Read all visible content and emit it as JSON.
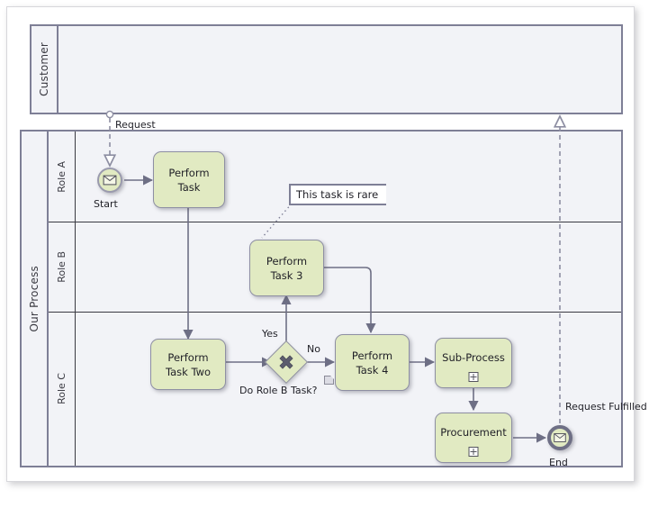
{
  "diagram": {
    "type": "bpmn-collaboration-diagram",
    "colors": {
      "task_fill": "#e1eac2",
      "pool_fill": "#f2f3f7",
      "pool_border": "#7e7f96",
      "lane_border": "#3a3a42",
      "edge_stroke": "#6e6f85",
      "annotation_fill": "#ffffff",
      "page_background": "#ffffff"
    }
  },
  "pools": [
    {
      "id": "customer",
      "label": "Customer",
      "lanes": []
    },
    {
      "id": "our-process",
      "label": "Our Process",
      "lanes": [
        {
          "id": "role-a",
          "label": "Role A"
        },
        {
          "id": "role-b",
          "label": "Role B"
        },
        {
          "id": "role-c",
          "label": "Role C"
        }
      ]
    }
  ],
  "events": [
    {
      "id": "start",
      "label": "Start",
      "kind": "message-start-event",
      "icon": "envelope-icon"
    },
    {
      "id": "end",
      "label": "End",
      "kind": "message-end-event",
      "icon": "envelope-icon"
    }
  ],
  "tasks": [
    {
      "id": "perform-task",
      "lines": [
        "Perform",
        "Task"
      ],
      "marker": "none"
    },
    {
      "id": "perform-task-3",
      "lines": [
        "Perform",
        "Task 3"
      ],
      "marker": "none"
    },
    {
      "id": "perform-task-two",
      "lines": [
        "Perform",
        "Task Two"
      ],
      "marker": "none"
    },
    {
      "id": "perform-task-4",
      "lines": [
        "Perform",
        "Task 4"
      ],
      "marker": "none"
    },
    {
      "id": "sub-process",
      "lines": [
        "Sub-Process"
      ],
      "marker": "collapsed-subprocess-plus"
    },
    {
      "id": "procurement",
      "lines": [
        "Procurement"
      ],
      "marker": "collapsed-subprocess-plus"
    }
  ],
  "gateways": [
    {
      "id": "do-role-b-task",
      "label": "Do Role B Task?",
      "kind": "exclusive-gateway",
      "marker": "x"
    }
  ],
  "flow_labels": {
    "yes": "Yes",
    "no": "No"
  },
  "message_flows": [
    {
      "id": "request",
      "label": "Request",
      "from": "customer",
      "to": "start"
    },
    {
      "id": "request-fulfilled",
      "label": "Request Fulfilled",
      "from": "end",
      "to": "customer"
    }
  ],
  "annotations": [
    {
      "id": "rare-note",
      "text": "This task is rare",
      "attached_to": "perform-task-3"
    }
  ]
}
